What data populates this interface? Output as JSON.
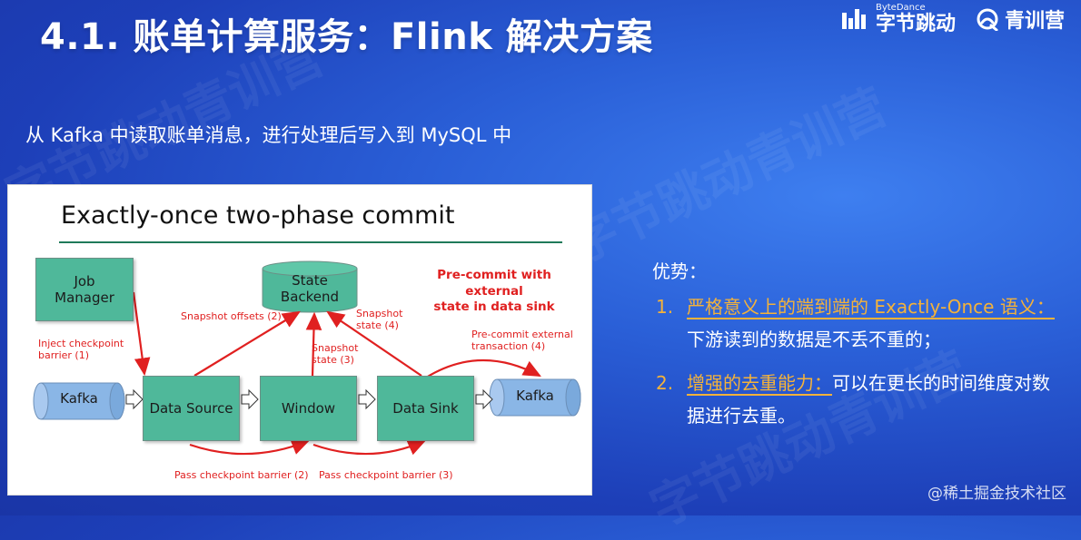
{
  "header": {
    "title": "4.1. 账单计算服务：Flink 解决方案"
  },
  "logos": {
    "bytedance_small": "ByteDance",
    "bytedance_big": "字节跳动",
    "qingxunying": "青训营"
  },
  "subtitle": "从 Kafka 中读取账单消息，进行处理后写入到 MySQL 中",
  "figure": {
    "title": "Exactly-once two-phase commit",
    "boxes": {
      "job_manager": "Job\nManager",
      "state_backend": "State\nBackend",
      "kafka_in": "Kafka",
      "data_source": "Data Source",
      "window": "Window",
      "data_sink": "Data Sink",
      "kafka_out": "Kafka"
    },
    "labels": {
      "precommit_title": "Pre-commit with external\nstate in data sink",
      "inject": "Inject checkpoint\nbarrier (1)",
      "snapshot_offsets": "Snapshot offsets (2)",
      "snapshot_state_3": "Snapshot\nstate (3)",
      "snapshot_state_4": "Snapshot\nstate (4)",
      "precommit_ext": "Pre-commit external\ntransaction (4)",
      "pass_barrier_2": "Pass checkpoint barrier (2)",
      "pass_barrier_3": "Pass checkpoint barrier (3)"
    },
    "colors": {
      "box": "#4fb89a",
      "cylinder": "#8ab6e6",
      "arrow": "#e02020"
    }
  },
  "advantages": {
    "heading": "优势：",
    "items": [
      {
        "num": "1.",
        "highlight": "严格意义上的端到端的 Exactly-Once 语义：",
        "text": "下游读到的数据是不丢不重的；"
      },
      {
        "num": "2.",
        "highlight": "增强的去重能力：",
        "text": "可以在更长的时间维度对数据进行去重。"
      }
    ],
    "accent_color": "#f4b23a"
  },
  "watermark": {
    "wm_text": "字节跳动青训营",
    "footer": "@稀土掘金技术社区"
  }
}
